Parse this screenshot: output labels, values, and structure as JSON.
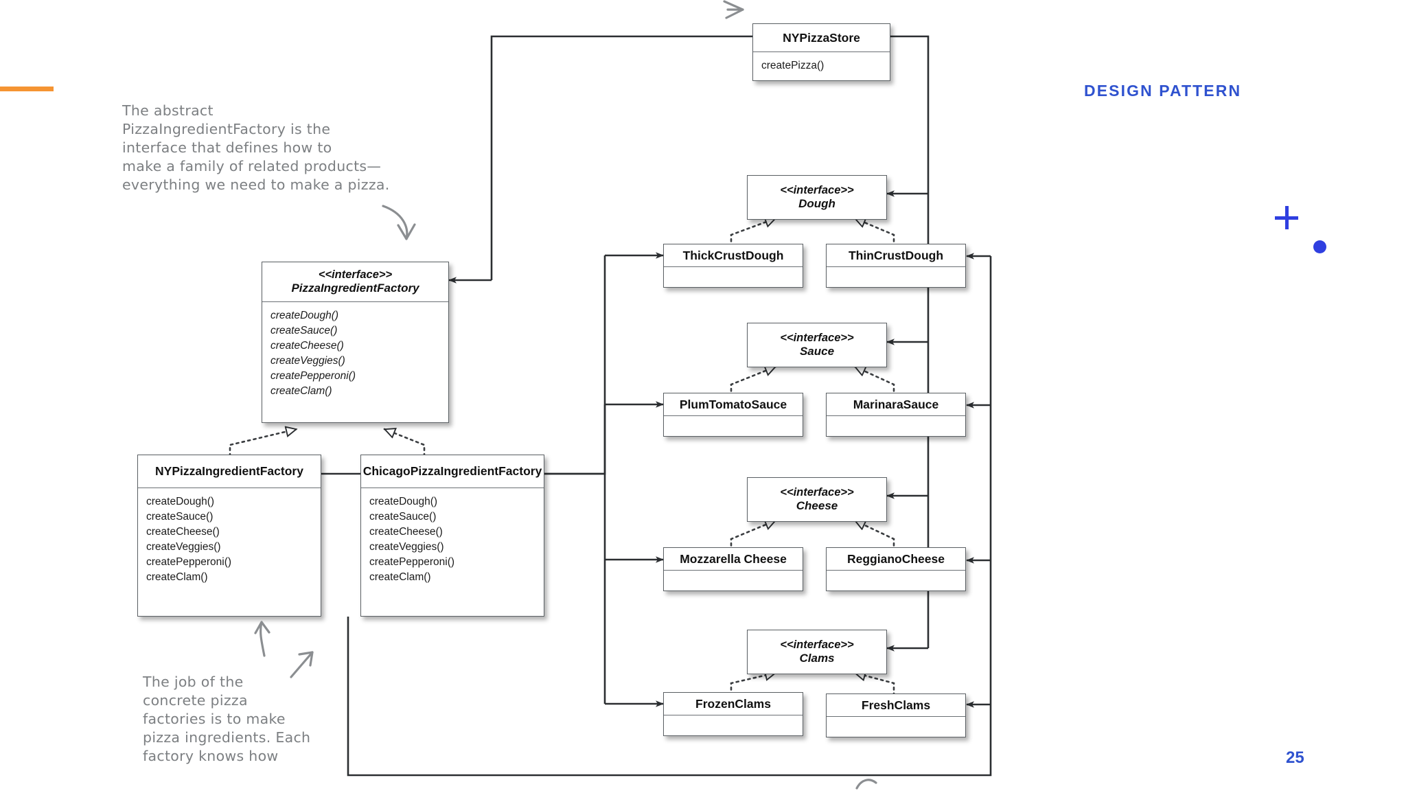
{
  "slide": {
    "label": "DESIGN PATTERN",
    "page_number": "25",
    "accent_color": "#f59432",
    "brand_color": "#2f52cf",
    "deco_color": "#2f3fe0",
    "plus_icon": "plus-icon",
    "dot_icon": "dot-icon"
  },
  "notes": [
    {
      "id": "note-abstract-factory",
      "text": "The abstract\nPizzaIngredientFactory is the\ninterface that defines how to\nmake a family of related products—\neverything we need to make a pizza."
    },
    {
      "id": "note-concrete-factories",
      "text": "The job of the\nconcrete pizza\nfactories is to make\npizza ingredients. Each\nfactory knows how"
    }
  ],
  "classes": {
    "nypizzastore": {
      "name": "NYPizzaStore",
      "stereotype": "",
      "methods": [
        "createPizza()"
      ]
    },
    "pizzaingredientfactory": {
      "name": "PizzaIngredientFactory",
      "stereotype": "<<interface>>",
      "methods": [
        "createDough()",
        "createSauce()",
        "createCheese()",
        "createVeggies()",
        "createPepperoni()",
        "createClam()"
      ]
    },
    "nypizzaingredientfactory": {
      "name": "NYPizzaIngredientFactory",
      "stereotype": "",
      "methods": [
        "createDough()",
        "createSauce()",
        "createCheese()",
        "createVeggies()",
        "createPepperoni()",
        "createClam()"
      ]
    },
    "chicagopizzaingredientfactory": {
      "name": "ChicagoPizzaIngredientFactory",
      "stereotype": "",
      "methods": [
        "createDough()",
        "createSauce()",
        "createCheese()",
        "createVeggies()",
        "createPepperoni()",
        "createClam()"
      ]
    },
    "dough": {
      "name": "Dough",
      "stereotype": "<<interface>>",
      "methods": []
    },
    "thickcrustdough": {
      "name": "ThickCrustDough",
      "stereotype": "",
      "methods": []
    },
    "thincrustdough": {
      "name": "ThinCrustDough",
      "stereotype": "",
      "methods": []
    },
    "sauce": {
      "name": "Sauce",
      "stereotype": "<<interface>>",
      "methods": []
    },
    "plumtomatosauce": {
      "name": "PlumTomatoSauce",
      "stereotype": "",
      "methods": []
    },
    "marinarasauce": {
      "name": "MarinaraSauce",
      "stereotype": "",
      "methods": []
    },
    "cheese": {
      "name": "Cheese",
      "stereotype": "<<interface>>",
      "methods": []
    },
    "mozzarellacheese": {
      "name": "Mozzarella Cheese",
      "stereotype": "",
      "methods": []
    },
    "reggianocheese": {
      "name": "ReggianoCheese",
      "stereotype": "",
      "methods": []
    },
    "clams": {
      "name": "Clams",
      "stereotype": "<<interface>>",
      "methods": []
    },
    "frozenclams": {
      "name": "FrozenClams",
      "stereotype": "",
      "methods": []
    },
    "freshclams": {
      "name": "FreshClams",
      "stereotype": "",
      "methods": []
    }
  }
}
